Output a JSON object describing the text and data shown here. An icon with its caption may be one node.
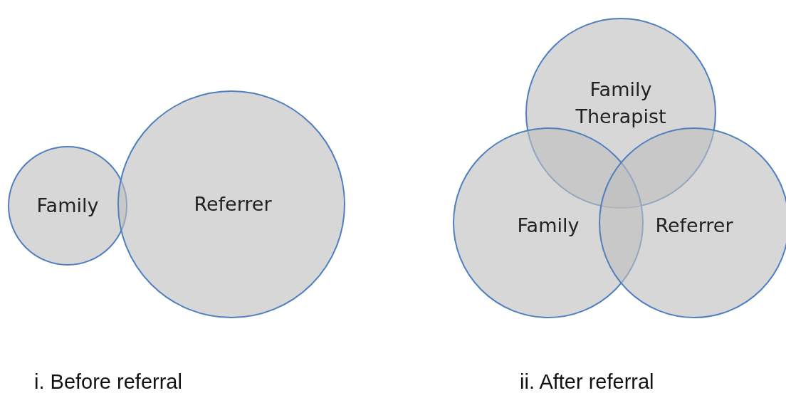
{
  "diagram": {
    "nodes": [
      {
        "text": [
          "Family"
        ]
      },
      {
        "text": [
          "Referrer"
        ]
      },
      {
        "text": [
          "Family Therapist"
        ]
      },
      {
        "text": [
          "Family"
        ]
      },
      {
        "text": [
          "Referrer"
        ]
      }
    ],
    "labels": [
      "i. Before referral",
      "ii. After referral"
    ]
  }
}
